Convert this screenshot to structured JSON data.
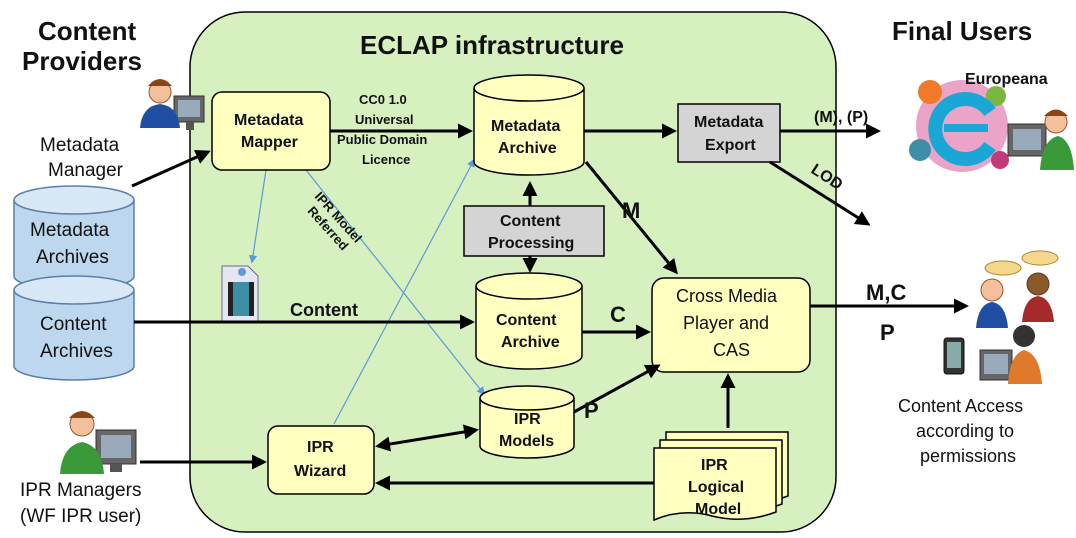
{
  "headers": {
    "content_providers_line1": "Content",
    "content_providers_line2": "Providers",
    "infrastructure": "ECLAP infrastructure",
    "final_users": "Final Users"
  },
  "actors": {
    "metadata_manager_line1": "Metadata",
    "metadata_manager_line2": "Manager",
    "ipr_managers_line1": "IPR Managers",
    "ipr_managers_line2": "(WF IPR user)",
    "europeana": "Europeana",
    "content_access_line1": "Content Access",
    "content_access_line2": "according to",
    "content_access_line3": "permissions"
  },
  "databases": {
    "metadata_archives_line1": "Metadata",
    "metadata_archives_line2": "Archives",
    "content_archives_line1": "Content",
    "content_archives_line2": "Archives"
  },
  "nodes": {
    "metadata_mapper_line1": "Metadata",
    "metadata_mapper_line2": "Mapper",
    "metadata_archive_line1": "Metadata",
    "metadata_archive_line2": "Archive",
    "metadata_export_line1": "Metadata",
    "metadata_export_line2": "Export",
    "content_processing_line1": "Content",
    "content_processing_line2": "Processing",
    "content_archive_line1": "Content",
    "content_archive_line2": "Archive",
    "cross_media_line1": "Cross Media",
    "cross_media_line2": "Player and",
    "cross_media_line3": "CAS",
    "ipr_models_line1": "IPR",
    "ipr_models_line2": "Models",
    "ipr_wizard_line1": "IPR",
    "ipr_wizard_line2": "Wizard",
    "ipr_logical_line1": "IPR",
    "ipr_logical_line2": "Logical",
    "ipr_logical_line3": "Model"
  },
  "edge_labels": {
    "license_line1": "CC0 1.0",
    "license_line2": "Universal",
    "license_line3": "Public Domain",
    "license_line4": "Licence",
    "ipr_model_referred_line1": "IPR Model",
    "ipr_model_referred_line2": "Referred",
    "content": "Content",
    "m_p": "(M), (P)",
    "lod": "LOD",
    "m": "M",
    "c": "C",
    "p": "P",
    "mc": "M,C",
    "p_out": "P"
  },
  "colors": {
    "infrastructure_fill": "#d6f0c0",
    "node_fill": "#ffffc0",
    "export_fill": "#d4d4d4",
    "db_fill": "#bdd7ee",
    "thin_arrow": "#5b9bd5"
  }
}
